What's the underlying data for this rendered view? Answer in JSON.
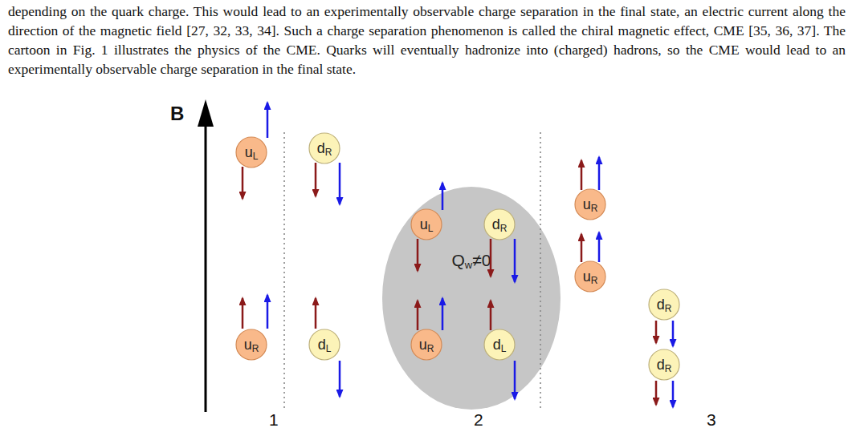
{
  "diagram": {
    "nodes": [
      {
        "text": [
          "u",
          "L"
        ]
      },
      {
        "text": [
          "d",
          "R"
        ]
      },
      {
        "text": [
          "u",
          "R"
        ]
      },
      {
        "text": [
          "d",
          "L"
        ]
      },
      {
        "text": [
          "Q",
          "w",
          "≠0"
        ]
      },
      {
        "text": [
          "u",
          "L"
        ],
        "in": 4
      },
      {
        "text": [
          "d",
          "R"
        ],
        "in": 4
      },
      {
        "text": [
          "u",
          "R"
        ],
        "in": 4
      },
      {
        "text": [
          "d",
          "L"
        ],
        "in": 4
      },
      {
        "text": [
          "u",
          "R"
        ]
      },
      {
        "text": [
          "u",
          "R"
        ]
      },
      {
        "text": [
          "d",
          "R"
        ]
      },
      {
        "text": [
          "d",
          "R"
        ]
      }
    ],
    "labels": [
      "depending on the quark charge. This would lead to an experimentally observable charge separation in the final state, an electric current along the direction of the magnetic field [27, 32, 33, 34]. Such a charge separation phenomenon is called the chiral magnetic effect, CME [35, 36, 37]. The cartoon in Fig. 1 illustrates the physics of the CME. Quarks will eventually hadronize into (charged) hadrons, so the CME would lead to an experimentally observable charge separation in the final state.",
      "B",
      "1",
      "2",
      "3"
    ]
  }
}
